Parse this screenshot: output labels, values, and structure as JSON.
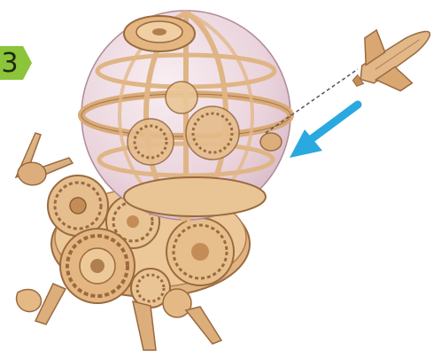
{
  "step": {
    "number": "3",
    "badge_color": "#8cc43a"
  },
  "colors": {
    "wood": "#e2b888",
    "wood_dark": "#a9764a",
    "wood_light": "#f2d7b4",
    "globe_tint": "#efdde3",
    "arrow": "#2aa8e0",
    "dash": "#555555"
  },
  "scene": {
    "globe": "globe-assembly",
    "base": "gear-base",
    "shuttle": "space-shuttle-piece",
    "instruction_arrow": "attach-arrow"
  }
}
